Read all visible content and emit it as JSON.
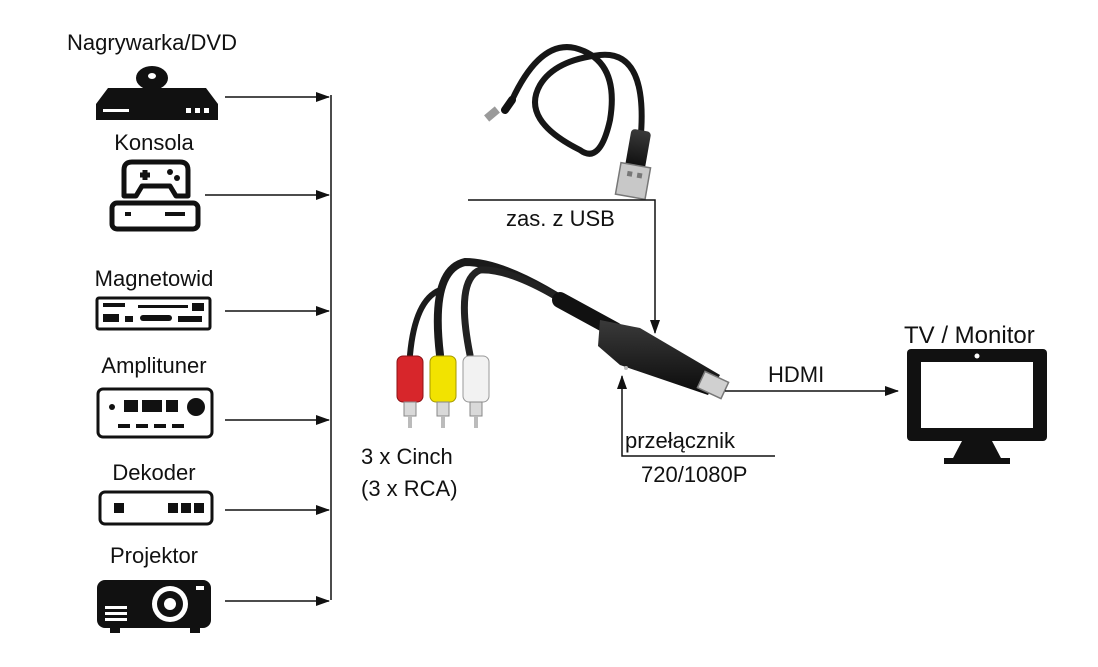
{
  "sources": [
    {
      "label": "Nagrywarka/DVD",
      "icon": "dvd-recorder-icon"
    },
    {
      "label": "Konsola",
      "icon": "game-console-icon"
    },
    {
      "label": "Magnetowid",
      "icon": "vcr-icon"
    },
    {
      "label": "Amplituner",
      "icon": "av-receiver-icon"
    },
    {
      "label": "Dekoder",
      "icon": "set-top-box-icon"
    },
    {
      "label": "Projektor",
      "icon": "projector-icon"
    }
  ],
  "cable": {
    "usb_power_label": "zas. z USB",
    "rca_label_line1": "3 x Cinch",
    "rca_label_line2": "(3 x RCA)",
    "switch_label_line1": "przełącznik",
    "switch_label_line2": "720/1080P",
    "plug_colors": [
      "#d7262b",
      "#f2e300",
      "#f2f2f2"
    ]
  },
  "output": {
    "link_label": "HDMI",
    "target_label": "TV / Monitor",
    "icon": "monitor-icon"
  }
}
